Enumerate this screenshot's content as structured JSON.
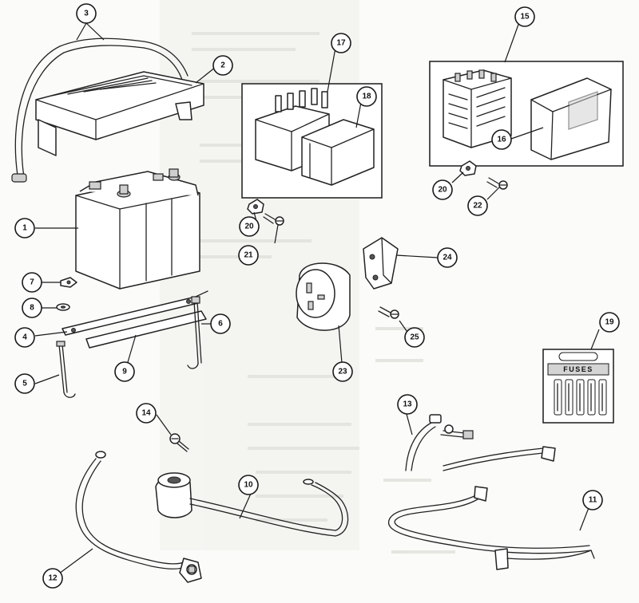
{
  "fuse_card": {
    "label": "FUSES"
  },
  "callouts": [
    {
      "number": "1"
    },
    {
      "number": "2"
    },
    {
      "number": "3"
    },
    {
      "number": "4"
    },
    {
      "number": "5"
    },
    {
      "number": "6"
    },
    {
      "number": "7"
    },
    {
      "number": "8"
    },
    {
      "number": "9"
    },
    {
      "number": "10"
    },
    {
      "number": "11"
    },
    {
      "number": "12"
    },
    {
      "number": "13"
    },
    {
      "number": "14"
    },
    {
      "number": "15"
    },
    {
      "number": "16"
    },
    {
      "number": "17"
    },
    {
      "number": "18"
    },
    {
      "number": "19"
    },
    {
      "number": "20"
    },
    {
      "number": "20"
    },
    {
      "number": "21"
    },
    {
      "number": "22"
    },
    {
      "number": "23"
    },
    {
      "number": "24"
    },
    {
      "number": "25"
    }
  ],
  "colors": {
    "line": "#1a1a1a",
    "paper": "#fbfbf9",
    "shade": "#cfcfcf"
  }
}
